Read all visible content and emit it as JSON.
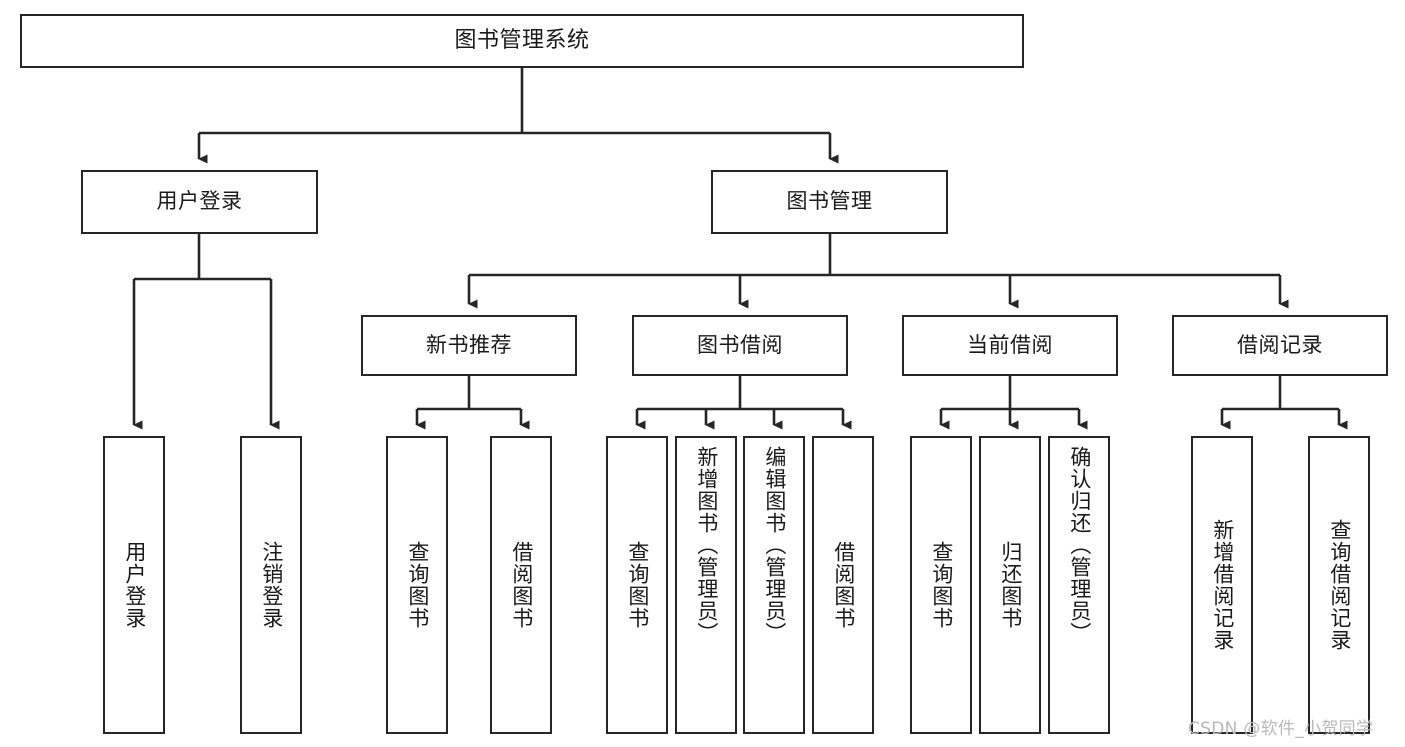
{
  "diagram": {
    "title": "图书管理系统",
    "root": {
      "id": "root",
      "label": "图书管理系统"
    },
    "level1": [
      {
        "id": "user-login",
        "label": "用户登录"
      },
      {
        "id": "book-management",
        "label": "图书管理"
      }
    ],
    "level2": [
      {
        "id": "new-book-recommend",
        "label": "新书推荐"
      },
      {
        "id": "book-borrow",
        "label": "图书借阅"
      },
      {
        "id": "current-borrow",
        "label": "当前借阅"
      },
      {
        "id": "borrow-record",
        "label": "借阅记录"
      }
    ],
    "leaves": {
      "user_login": [
        {
          "id": "leaf-user-login",
          "label": "用户登录"
        },
        {
          "id": "leaf-user-logout",
          "label": "注销登录"
        }
      ],
      "new_book_recommend": [
        {
          "id": "leaf-query-book-1",
          "label": "查询图书"
        },
        {
          "id": "leaf-borrow-book-1",
          "label": "借阅图书"
        }
      ],
      "book_borrow": [
        {
          "id": "leaf-query-book-2",
          "label": "查询图书"
        },
        {
          "id": "leaf-add-book",
          "label": "新增图书（管理员）"
        },
        {
          "id": "leaf-edit-book",
          "label": "编辑图书（管理员）"
        },
        {
          "id": "leaf-borrow-book-2",
          "label": "借阅图书"
        }
      ],
      "current_borrow": [
        {
          "id": "leaf-query-book-3",
          "label": "查询图书"
        },
        {
          "id": "leaf-return-book",
          "label": "归还图书"
        },
        {
          "id": "leaf-confirm-return",
          "label": "确认归还（管理员）"
        }
      ],
      "borrow_record": [
        {
          "id": "leaf-add-borrow-record",
          "label": "新增借阅记录"
        },
        {
          "id": "leaf-query-borrow-record",
          "label": "查询借阅记录"
        }
      ]
    }
  },
  "watermark": {
    "text": "CSDN @软件_小贺同学"
  },
  "colors": {
    "stroke": "#262626",
    "box_fill": "#ffffff",
    "text": "#1a1a1a",
    "watermark": "#b9b9b9",
    "background": "#ffffff"
  }
}
